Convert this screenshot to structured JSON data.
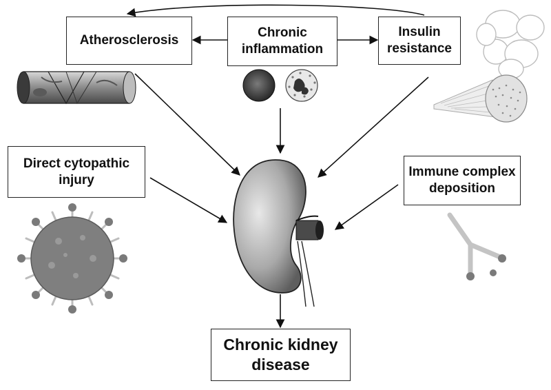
{
  "nodes": {
    "atherosclerosis": "Atherosclerosis",
    "chronic_inflammation": "Chronic\ninflammation",
    "insulin_resistance": "Insulin\nresistance",
    "direct_cytopathic_injury": "Direct cytopathic\ninjury",
    "immune_complex_deposition": "Immune complex\ndeposition",
    "chronic_kidney_disease": "Chronic kidney\ndisease"
  },
  "edges": [
    {
      "from": "chronic_inflammation",
      "to": "atherosclerosis"
    },
    {
      "from": "chronic_inflammation",
      "to": "insulin_resistance"
    },
    {
      "from": "insulin_resistance",
      "to": "atherosclerosis"
    },
    {
      "from": "atherosclerosis",
      "to": "kidney"
    },
    {
      "from": "chronic_inflammation",
      "to": "kidney"
    },
    {
      "from": "insulin_resistance",
      "to": "kidney"
    },
    {
      "from": "direct_cytopathic_injury",
      "to": "kidney"
    },
    {
      "from": "immune_complex_deposition",
      "to": "kidney"
    },
    {
      "from": "kidney",
      "to": "chronic_kidney_disease"
    }
  ],
  "illustrations": [
    "blood-vessel-icon",
    "blood-cells-icon",
    "fat-cells-icon",
    "muscle-fiber-icon",
    "virus-icon",
    "antibody-icon",
    "kidney-icon"
  ],
  "colors": {
    "line": "#111111",
    "illustration_gray": "#7a7a7a",
    "light_gray": "#c8c8c8"
  }
}
